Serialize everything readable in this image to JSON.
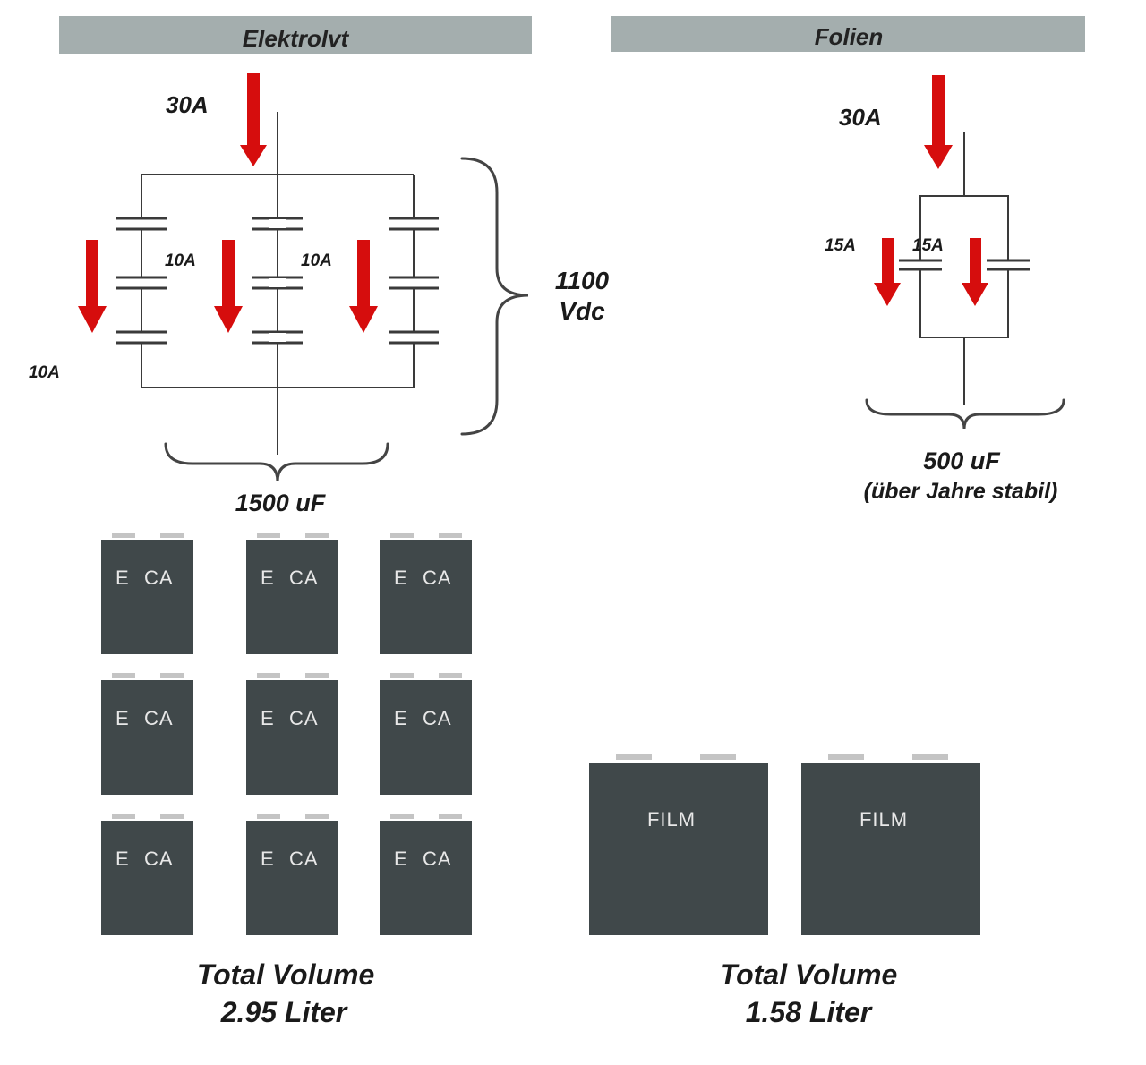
{
  "headers": {
    "left": "Elektrolvt",
    "right": "Folien"
  },
  "left_circuit": {
    "input_current": "30A",
    "branch_currents": [
      "10A",
      "10A",
      "10A"
    ],
    "voltage_line1": "1100",
    "voltage_line2": "Vdc",
    "capacitance": "1500 uF"
  },
  "right_circuit": {
    "input_current": "30A",
    "branch_currents": [
      "15A",
      "15A"
    ],
    "capacitance": "500 uF",
    "stability_note": "(über Jahre stabil)"
  },
  "left_caps": {
    "label_prefix": "E",
    "label_suffix": "CA",
    "rows": 3,
    "cols": 3
  },
  "right_caps": {
    "label": "FILM",
    "count": 2
  },
  "volumes": {
    "left_line1": "Total Volume",
    "left_line2": "2.95 Liter",
    "right_line1": "Total Volume",
    "right_line2": "1.58 Liter"
  },
  "colors": {
    "header_bg": "#a4aeae",
    "arrow": "#d60d0d",
    "capacitor_body": "#40484a",
    "terminal": "#c4c4c4"
  }
}
